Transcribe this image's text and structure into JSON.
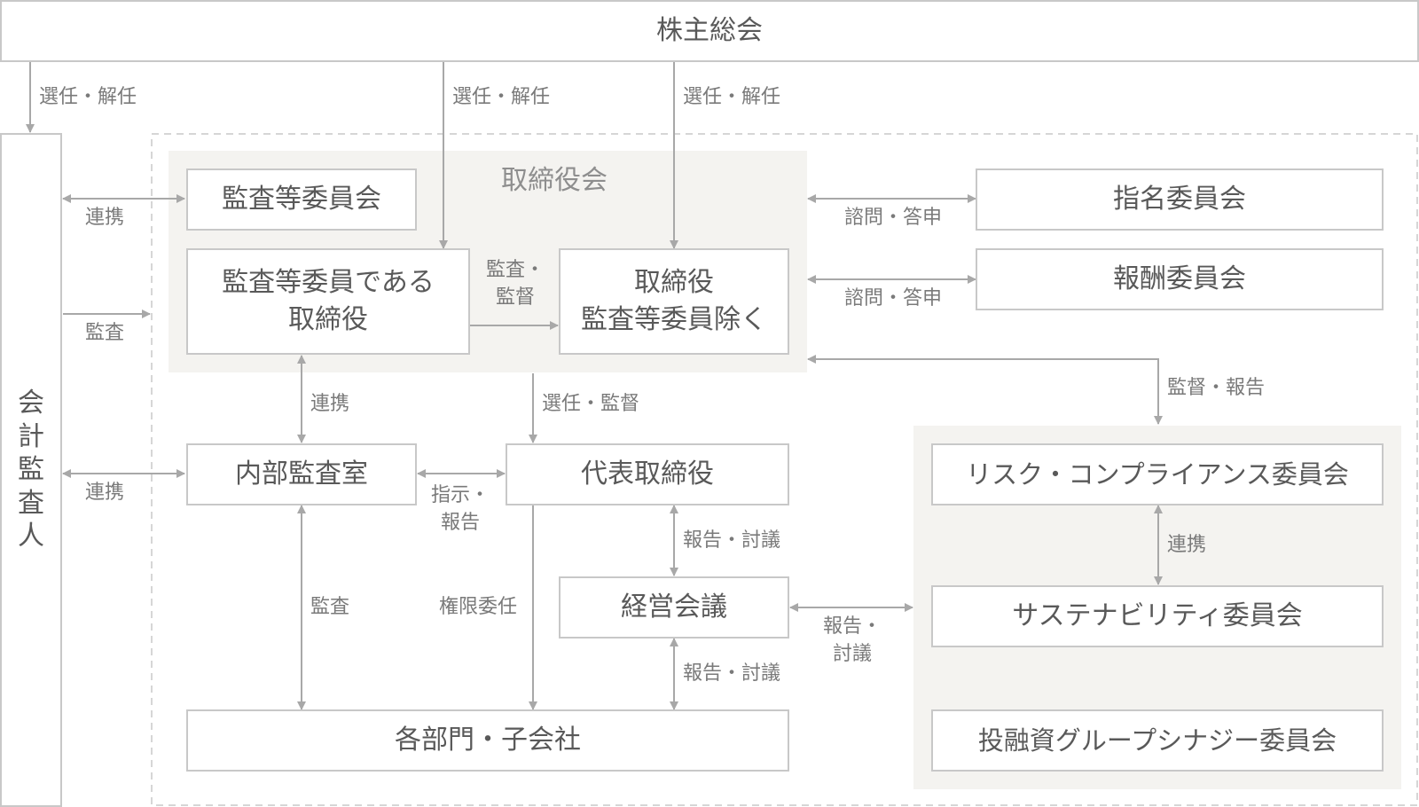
{
  "nodes": {
    "shareholders": "株主総会",
    "auditor": [
      "会",
      "計",
      "監",
      "査",
      "人"
    ],
    "board": "取締役会",
    "audit_committee": "監査等委員会",
    "audit_directors": [
      "監査等委員である",
      "取締役"
    ],
    "directors": [
      "取締役",
      "監査等委員除く"
    ],
    "nomination": "指名委員会",
    "compensation": "報酬委員会",
    "internal_audit": "内部監査室",
    "ceo": "代表取締役",
    "management": "経営会議",
    "departments": "各部門・子会社",
    "risk": "リスク・コンプライアンス委員会",
    "sustainability": "サステナビリティ委員会",
    "investment": "投融資グループシナジー委員会"
  },
  "labels": {
    "sh_auditor": "選任・解任",
    "sh_audit_dir": "選任・解任",
    "sh_dir": "選任・解任",
    "renkei1": "連携",
    "kansa1": "監査",
    "renkei2": "連携",
    "kansa_kantoku": [
      "監査・",
      "監督"
    ],
    "shimon1": "諮問・答申",
    "shimon2": "諮問・答申",
    "kantoku_hokoku": "監督・報告",
    "renkei_internal": "連携",
    "senin_kantoku": "選任・監督",
    "shiji_hokoku": [
      "指示・",
      "報告"
    ],
    "hokoku_tougi1": "報告・討議",
    "kansa2": "監査",
    "kengen": "権限委任",
    "hokoku_tougi2": [
      "報告・",
      "討議"
    ],
    "hokoku_tougi3": "報告・討議",
    "renkei_committee": "連携"
  }
}
